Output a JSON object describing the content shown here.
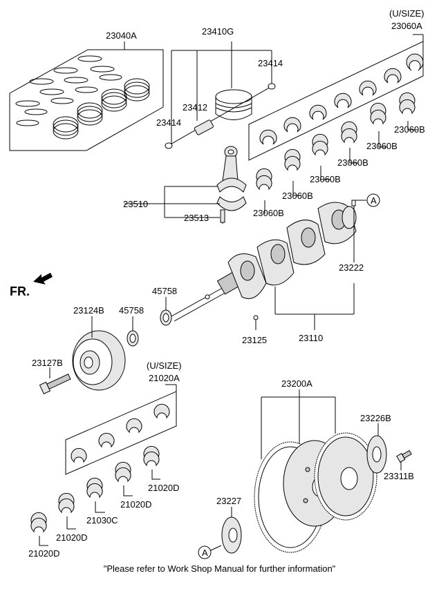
{
  "labels": {
    "p23040A": "23040A",
    "p23410G": "23410G",
    "p23414_top": "23414",
    "p23412": "23412",
    "p23414_left": "23414",
    "usize_top": "(U/SIZE)",
    "p23060A": "23060A",
    "p23060B_1": "23060B",
    "p23060B_2": "23060B",
    "p23060B_3": "23060B",
    "p23060B_4": "23060B",
    "p23060B_5": "23060B",
    "p23060B_6": "23060B",
    "p23510": "23510",
    "p23513": "23513",
    "ref_A_1": "A",
    "p23222": "23222",
    "fr": "FR.",
    "p45758_a": "45758",
    "p23124B": "23124B",
    "p45758_b": "45758",
    "p23125": "23125",
    "p23110": "23110",
    "p23127B": "23127B",
    "usize_bottom": "(U/SIZE)",
    "p21020A": "21020A",
    "p23200A": "23200A",
    "p23226B": "23226B",
    "p23311B": "23311B",
    "p21020D_1": "21020D",
    "p21020D_2": "21020D",
    "p21030C": "21030C",
    "p21020D_3": "21020D",
    "p21020D_4": "21020D",
    "p23227": "23227",
    "ref_A_2": "A"
  },
  "footer": "\"Please refer to Work Shop Manual for further information\""
}
